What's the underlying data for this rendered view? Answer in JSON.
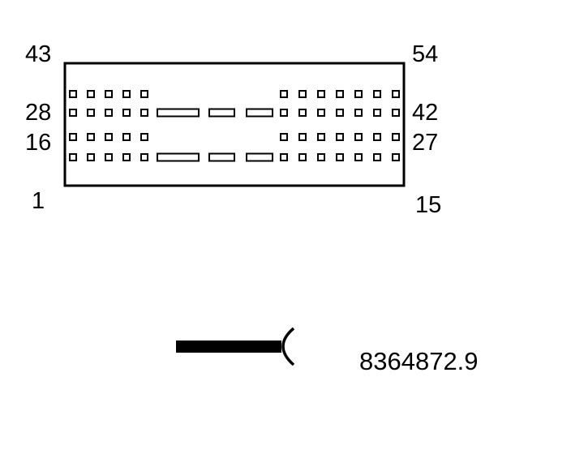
{
  "diagram": {
    "colors": {
      "ink": "#000000",
      "background": "#ffffff"
    },
    "pin_labels": {
      "top_left": "43",
      "top_right": "54",
      "row2_left": "28",
      "row2_right": "42",
      "row3_left": "16",
      "row3_right": "27",
      "bottom_left": "1",
      "bottom_right": "15"
    },
    "connector_symbol": "connector-symbol-icon",
    "part_number": "8364872.9"
  }
}
